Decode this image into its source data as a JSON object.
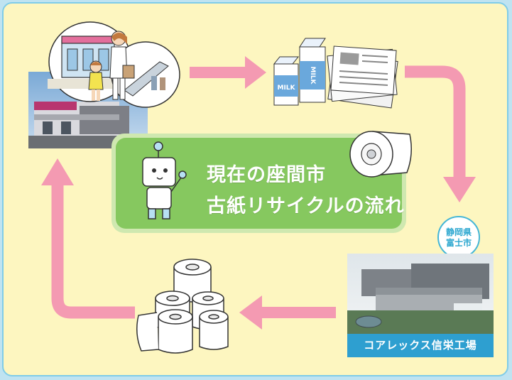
{
  "center": {
    "line1": "現在の座間市",
    "line2": "古紙リサイクルの流れ"
  },
  "badge": {
    "line1": "静岡県",
    "line2": "富士市"
  },
  "factory": {
    "label": "コアレックス信栄工場"
  },
  "milk_label": "MILK",
  "colors": {
    "arrow": "#f49ab2",
    "panel": "#86c85f",
    "frame_border": "#7fcce8",
    "background": "#fdf6c0",
    "label_bg": "#2e9fd0"
  }
}
